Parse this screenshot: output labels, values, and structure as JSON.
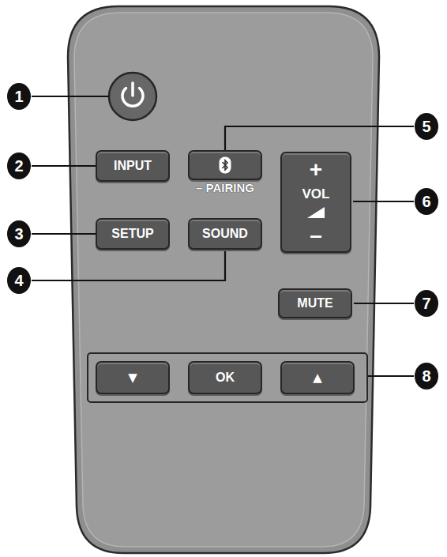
{
  "diagram": {
    "nodes": [
      {
        "text": [
          "INPUT"
        ]
      },
      {
        "text": [
          "– PAIRING"
        ]
      },
      {
        "text": [
          "+",
          "VOL",
          "–"
        ]
      },
      {
        "text": [
          "SETUP"
        ]
      },
      {
        "text": [
          "SOUND"
        ]
      },
      {
        "text": [
          "MUTE"
        ]
      },
      {
        "text": [
          "▼"
        ]
      },
      {
        "text": [
          "OK"
        ]
      },
      {
        "text": [
          "▲"
        ]
      }
    ],
    "labels": [
      "1",
      "2",
      "3",
      "4",
      "5",
      "6",
      "7",
      "8"
    ]
  }
}
